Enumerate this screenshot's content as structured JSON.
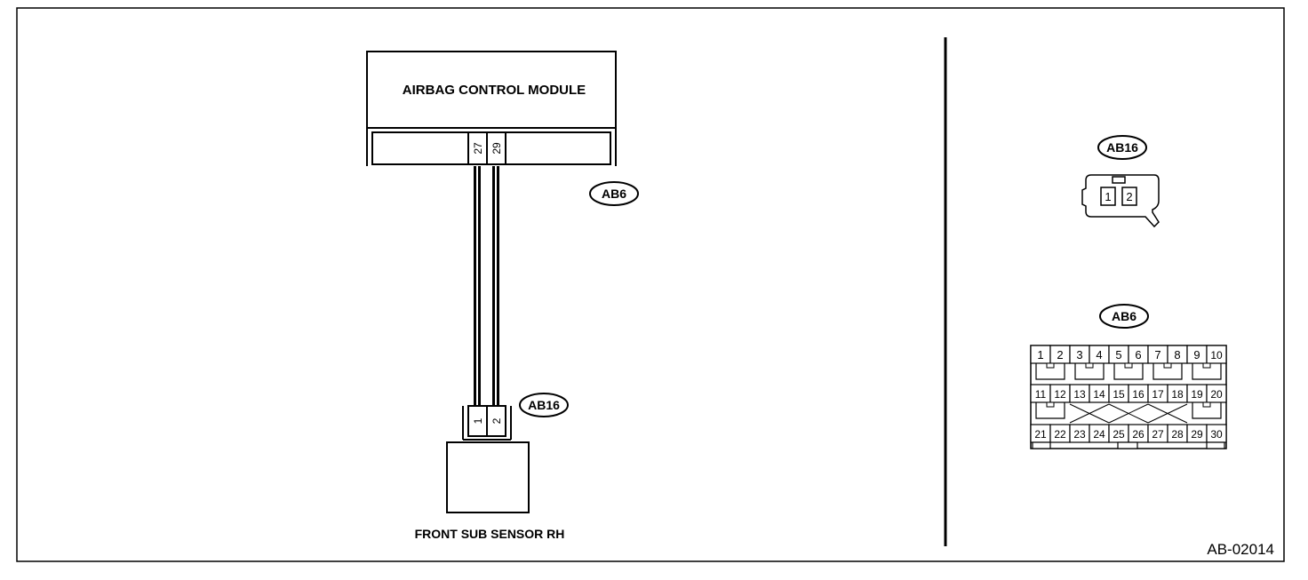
{
  "module": {
    "label": "AIRBAG CONTROL MODULE",
    "pins": [
      "27",
      "29"
    ]
  },
  "sensor": {
    "label": "FRONT SUB SENSOR RH",
    "pins": [
      "1",
      "2"
    ]
  },
  "connectors": {
    "module_connector": "AB6",
    "sensor_connector": "AB16"
  },
  "legend": {
    "ab16_label": "AB16",
    "ab16_pins": [
      "1",
      "2"
    ],
    "ab6_label": "AB6",
    "ab6_row1": [
      "1",
      "2",
      "3",
      "4",
      "5",
      "6",
      "7",
      "8",
      "9",
      "10"
    ],
    "ab6_row2": [
      "11",
      "12",
      "13",
      "14",
      "15",
      "16",
      "17",
      "18",
      "19",
      "20"
    ],
    "ab6_row3": [
      "21",
      "22",
      "23",
      "24",
      "25",
      "26",
      "27",
      "28",
      "29",
      "30"
    ]
  },
  "figure_id": "AB-02014"
}
